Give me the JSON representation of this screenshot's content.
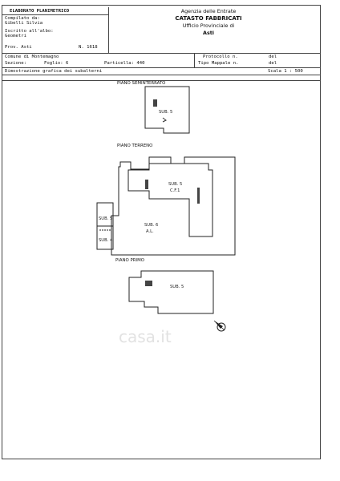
{
  "header": {
    "doc_title": "ELABORATO PLANIMETRICO",
    "compilato_label": "Compilato da:",
    "compilato_name": "Gibelli Silvia",
    "iscritto_label": "Iscritto all'albo:",
    "iscritto_value": "Geometri",
    "prov_label": "Prov. Asti",
    "numero": "N. 1618",
    "agency_line1": "Agenzia delle Entrate",
    "agency_line2": "CATASTO FABBRICATI",
    "agency_line3": "Ufficio Provinciale di",
    "agency_line4": "Asti",
    "protocollo_label": "Protocollo n.",
    "protocollo_del": "del",
    "tipo_mappale_label": "Tipo Mappale n.",
    "tipo_mappale_del": "del",
    "comune": "Comune di Montemagno",
    "sezione": "Sezione:",
    "foglio": "Foglio: 6",
    "particella": "Particella: 440",
    "dimostrazione": "Dimostrazione grafica dei subalterni",
    "scala": "Scala 1 : 500"
  },
  "floors": {
    "seminterrato": {
      "title": "PIANO SEMINTERRATO",
      "sub": "SUB. 5"
    },
    "terreno": {
      "title": "PIANO TERRENO",
      "sub5_main": "SUB. 5",
      "sub5_cf": "C.F.1",
      "sub6": "SUB. 6",
      "sub6_al": "A.L.",
      "sub5_side": "SUB. 5",
      "sub4_side": "SUB. 4"
    },
    "primo": {
      "title": "PIANO PRIMO",
      "sub": "SUB. 5"
    }
  },
  "icons": {
    "north": "north-arrow-icon"
  },
  "watermark": "casa.it"
}
